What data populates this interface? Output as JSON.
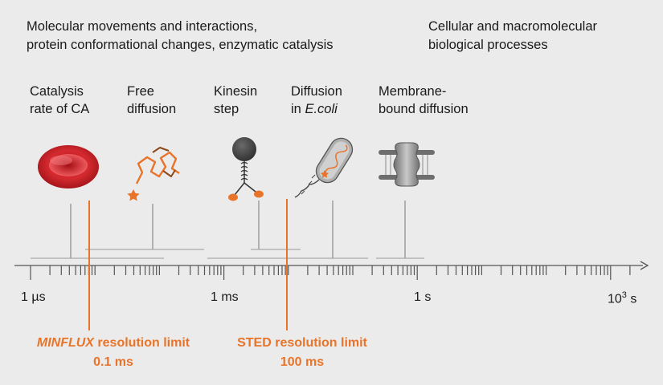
{
  "headings": {
    "left_line1": "Molecular movements and interactions,",
    "left_line2": "protein conformational changes, enzymatic catalysis",
    "right_line1": "Cellular and macromolecular",
    "right_line2": "biological processes"
  },
  "processes": [
    {
      "line1": "Catalysis",
      "line2": "rate of CA"
    },
    {
      "line1": "Free",
      "line2": "diffusion"
    },
    {
      "line1": "Kinesin",
      "line2": "step"
    },
    {
      "line1": "Diffusion",
      "line2_prefix": "in ",
      "line2_italic": "E.coli"
    },
    {
      "line1": "Membrane-",
      "line2": "bound diffusion"
    }
  ],
  "axis": {
    "tick_labels": [
      "1 µs",
      "1 ms",
      "1 s"
    ],
    "last_label_base": "10",
    "last_label_exp": "3",
    "last_label_unit": " s"
  },
  "limits": {
    "minflux_name": "MINFLUX",
    "minflux_suffix": " resolution limit",
    "minflux_value": "0.1 ms",
    "sted_label": "STED resolution limit",
    "sted_value": "100 ms"
  },
  "colors": {
    "accent": "#e8742a",
    "axis": "#555555",
    "background": "#ebebeb"
  }
}
